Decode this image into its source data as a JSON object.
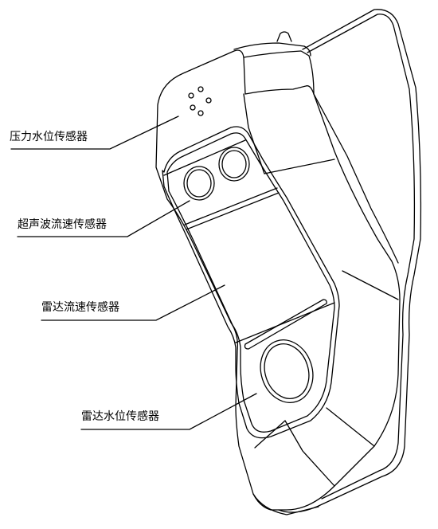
{
  "labels": {
    "pressure_level_sensor": "压力水位传感器",
    "ultrasonic_flow_sensor": "超声波流速传感器",
    "radar_flow_sensor": "雷达流速传感器",
    "radar_level_sensor": "雷达水位传感器"
  },
  "colors": {
    "line": "#000000",
    "background": "#ffffff"
  }
}
